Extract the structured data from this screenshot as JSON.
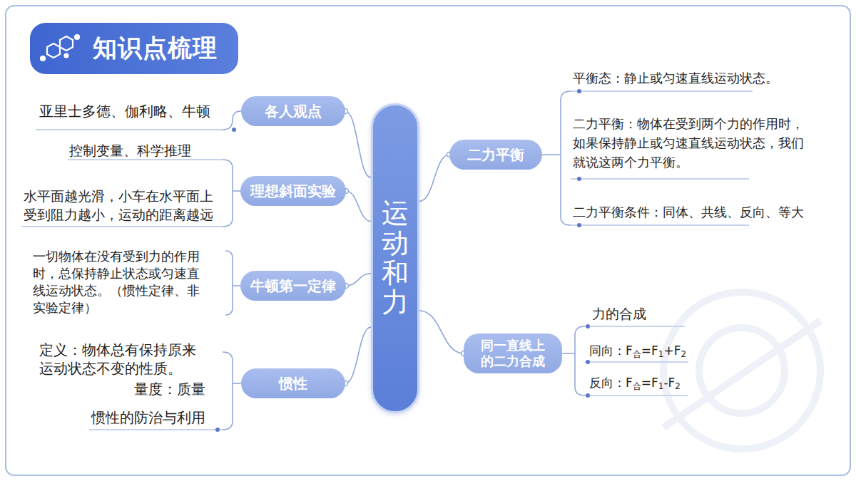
{
  "diagram": {
    "title": "知识点梳理",
    "nodes": [
      {
        "text": [
          "知识点梳理"
        ]
      },
      {
        "text": [
          "运动和力"
        ]
      },
      {
        "text": [
          "各人观点"
        ]
      },
      {
        "text": [
          "理想斜面实验"
        ]
      },
      {
        "text": [
          "牛顿第一定律"
        ]
      },
      {
        "text": [
          "惯性"
        ]
      },
      {
        "text": [
          "二力平衡"
        ]
      },
      {
        "text": [
          "同一直线上 的二力合成"
        ]
      }
    ],
    "edges": [
      {
        "from": 1,
        "to": 2,
        "arrow": "none"
      },
      {
        "from": 1,
        "to": 3,
        "arrow": "none"
      },
      {
        "from": 1,
        "to": 4,
        "arrow": "none"
      },
      {
        "from": 1,
        "to": 5,
        "arrow": "none"
      },
      {
        "from": 1,
        "to": 6,
        "arrow": "none"
      },
      {
        "from": 1,
        "to": 7,
        "arrow": "none"
      }
    ],
    "labels": [
      "亚里士多德、伽利略、牛顿",
      "控制变量、科学推理",
      "水平面越光滑，小车在水平面上 受到阻力越小，运动的距离越远",
      "一切物体在没有受到力的作用 时，总保持静止状态或匀速直 线运动状态。（惯性定律、非 实验定律）",
      "定义：物体总有保持原来 运动状态不变的性质。",
      "量度：质量",
      "惯性的防治与利用",
      "平衡态：静止或匀速直线运动状态。",
      "二力平衡：物体在受到两个力的作用时， 如果保持静止或匀速直线运动状态，我们 就说这两个力平衡。",
      "二力平衡条件：同体、共线、反向、等大",
      "力的合成",
      "同向：F合=F1+F2",
      "反向：F合=F1-F2"
    ]
  }
}
